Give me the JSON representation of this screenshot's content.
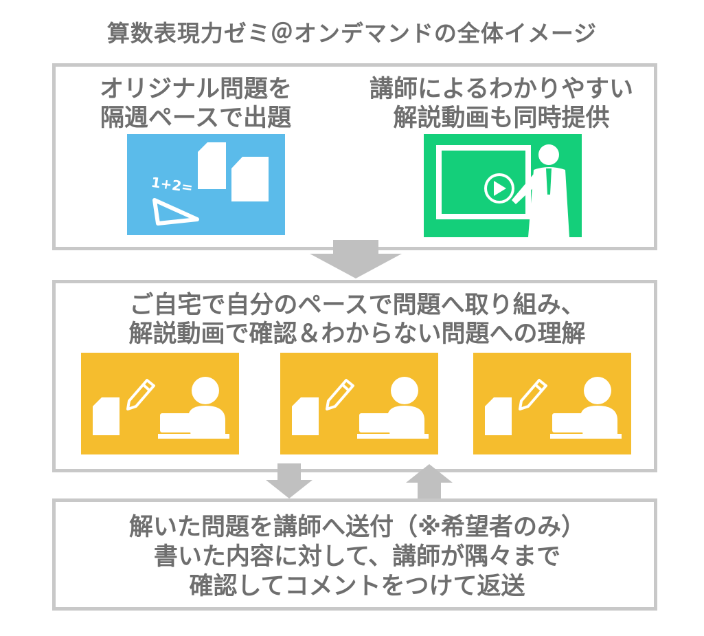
{
  "title": "算数表現力ゼミ＠オンデマンドの全体イメージ",
  "box1": {
    "left_text": [
      "オリジナル問題を",
      "隔週ペースで出題"
    ],
    "right_text": [
      "講師によるわかりやすい",
      "解説動画も同時提供"
    ],
    "formula": "1+2="
  },
  "box2": {
    "text": [
      "ご自宅で自分のペースで問題へ取り組み、",
      "解説動画で確認＆わからない問題への理解"
    ]
  },
  "box3": {
    "text": [
      "解いた問題を講師へ送付（※希望者のみ）",
      "書いた内容に対して、講師が隅々まで",
      "確認してコメントをつけて返送"
    ]
  },
  "colors": {
    "blue_panel": "#5bbbea",
    "green_panel": "#14cf7a",
    "yellow_panel": "#f5bd2e",
    "border_gray": "#c8c8c8",
    "text_gray": "#6e6e6e"
  }
}
